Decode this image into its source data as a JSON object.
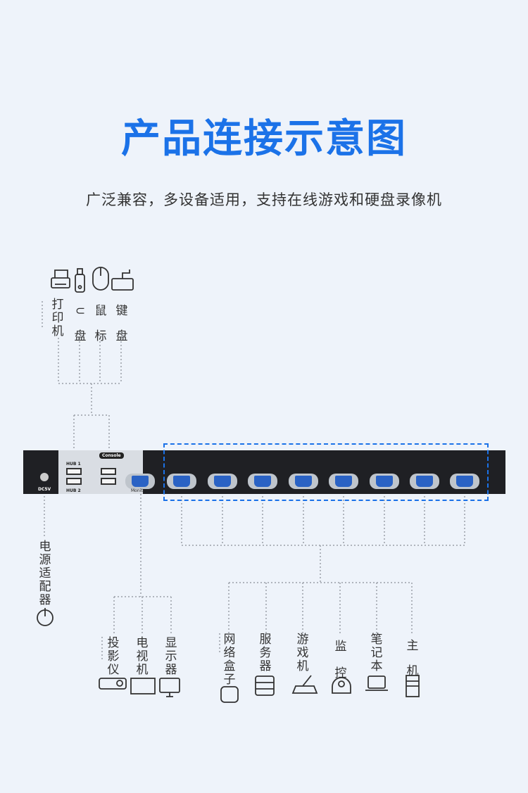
{
  "title": "产品连接示意图",
  "subtitle": "广泛兼容，多设备适用，支持在线游戏和硬盘录像机",
  "top_devices": [
    {
      "label": "打印机",
      "icon": "printer-icon"
    },
    {
      "label": "⊂盘",
      "icon": "usb-drive-icon"
    },
    {
      "label": "鼠标",
      "icon": "mouse-icon"
    },
    {
      "label": "键盘",
      "icon": "keyboard-icon"
    }
  ],
  "kvm": {
    "hub1": "HUB 1",
    "hub2": "HUB 2",
    "console": "Console",
    "monitor": "Monitor",
    "dc": "DC5V",
    "port_count": 8
  },
  "power": {
    "label": "电源适配器",
    "icon": "power-icon"
  },
  "display_devices": [
    {
      "label": "投影仪",
      "icon": "projector-icon"
    },
    {
      "label": "电视机",
      "icon": "tv-icon"
    },
    {
      "label": "显示器",
      "icon": "monitor-icon"
    }
  ],
  "host_devices": [
    {
      "label": "网络盒子",
      "icon": "network-box-icon"
    },
    {
      "label": "服务器",
      "icon": "server-icon"
    },
    {
      "label": "游戏机",
      "icon": "game-console-icon"
    },
    {
      "label": "监控",
      "icon": "camera-icon"
    },
    {
      "label": "笔记本",
      "icon": "laptop-icon"
    },
    {
      "label": "主机",
      "icon": "desktop-tower-icon"
    }
  ],
  "colors": {
    "accent": "#1b72e8",
    "bg": "#eef3fa",
    "device": "#1f2024"
  }
}
